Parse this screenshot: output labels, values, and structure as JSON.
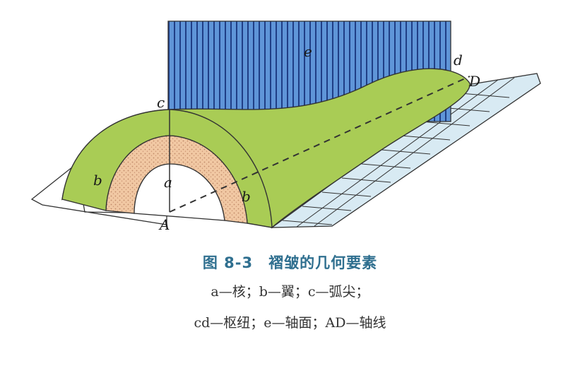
{
  "diagram": {
    "labels": {
      "a": "a",
      "b_left": "b",
      "b_right": "b",
      "c": "c",
      "d": "d",
      "D": "D",
      "e": "e",
      "A": "A"
    }
  },
  "caption": {
    "title": "图 8-3　褶皱的几何要素",
    "line1": "a—核；b—翼；c—弧尖；",
    "line2": "cd—枢纽；e—轴面；AD—轴线"
  },
  "colors": {
    "outer_layer": "#a9cc55",
    "middle_layer": "#f1c8a3",
    "axial_plane": "#5f95d8",
    "stripe": "#1f3e86",
    "ground_stripe": "#d8eaf3"
  }
}
